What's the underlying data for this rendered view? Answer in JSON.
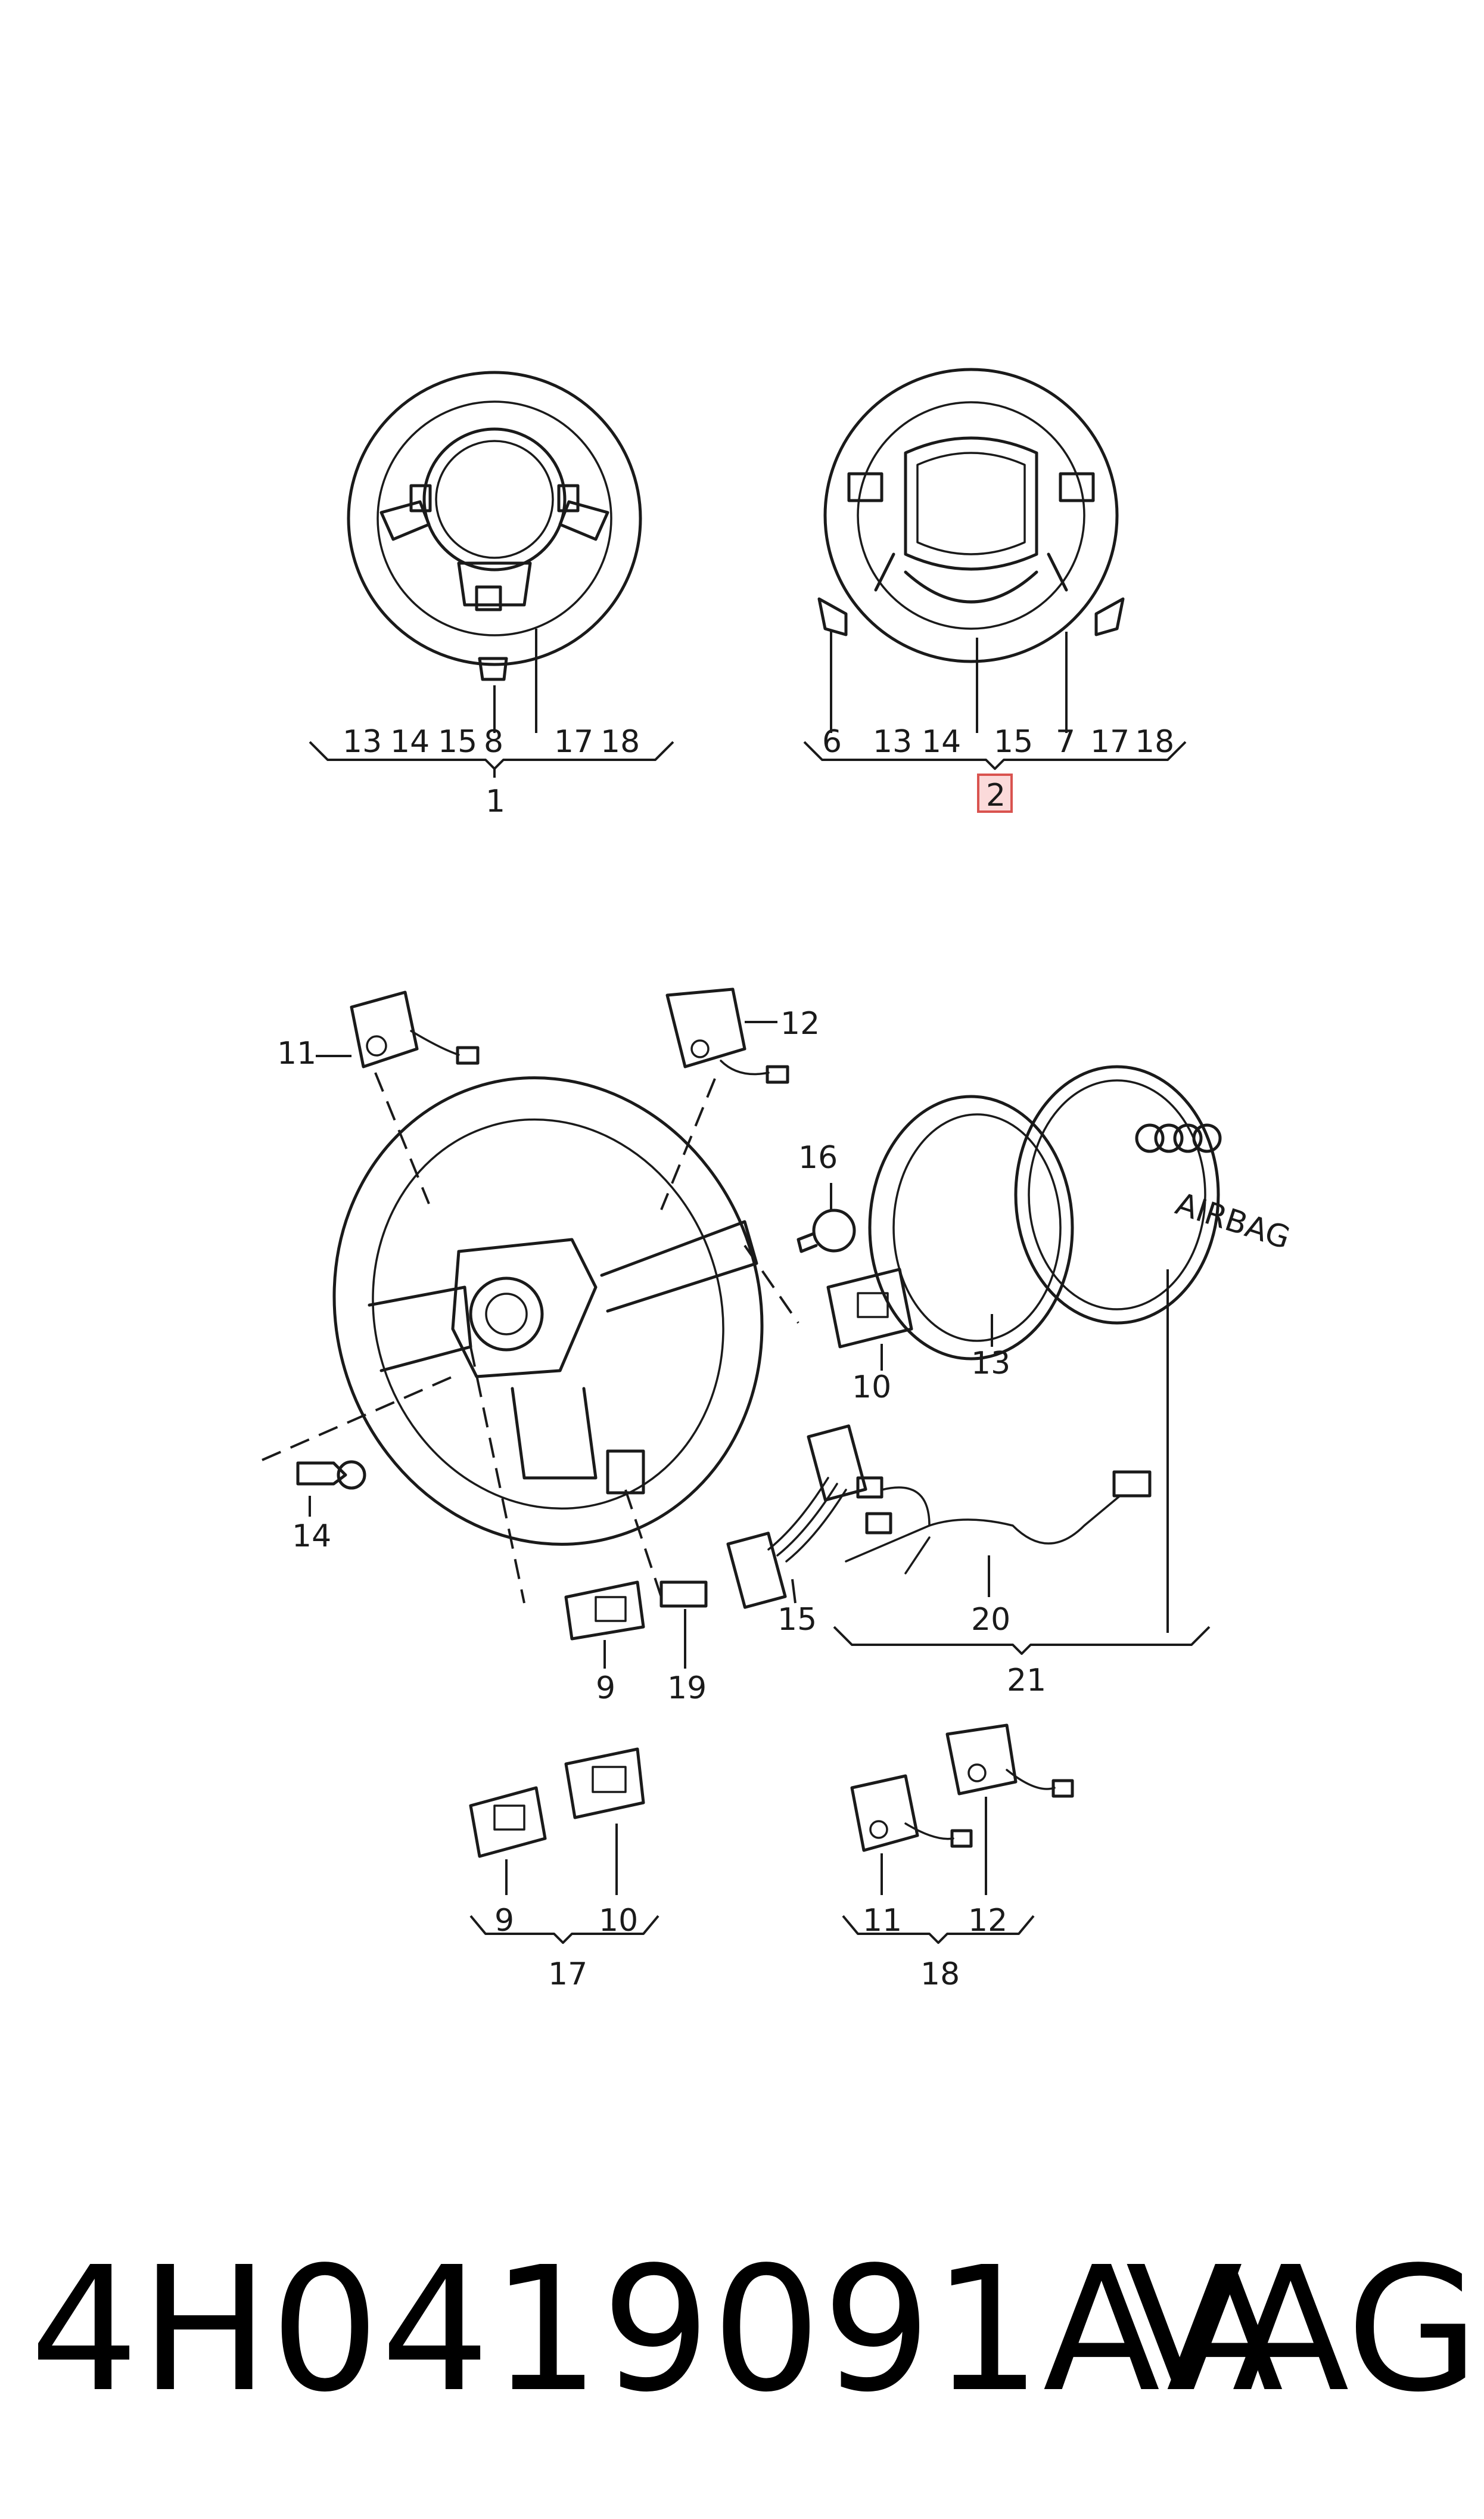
{
  "assemblies": [
    {
      "id": "wheel-1",
      "callouts": [
        "13",
        "14",
        "15",
        "8",
        "17",
        "18"
      ],
      "label": "1",
      "highlighted": false
    },
    {
      "id": "wheel-2",
      "callouts": [
        "6",
        "13",
        "14",
        "15",
        "7",
        "17",
        "18"
      ],
      "label": "2",
      "highlighted": true
    }
  ],
  "exploded": {
    "callouts": [
      "11",
      "12",
      "16",
      "10",
      "13",
      "14",
      "15",
      "20",
      "9",
      "19"
    ],
    "group_21": {
      "label": "21"
    }
  },
  "sets": [
    {
      "callouts": [
        "9",
        "10"
      ],
      "label": "17"
    },
    {
      "callouts": [
        "11",
        "12"
      ],
      "label": "18"
    }
  ],
  "airbag_text": "AIRBAG",
  "footer": {
    "part_number": "4H0419091AA",
    "brand": "VAG"
  },
  "colors": {
    "line": "#1a1a1a",
    "highlight_fill": "#fbdada",
    "highlight_stroke": "#d9534f"
  }
}
